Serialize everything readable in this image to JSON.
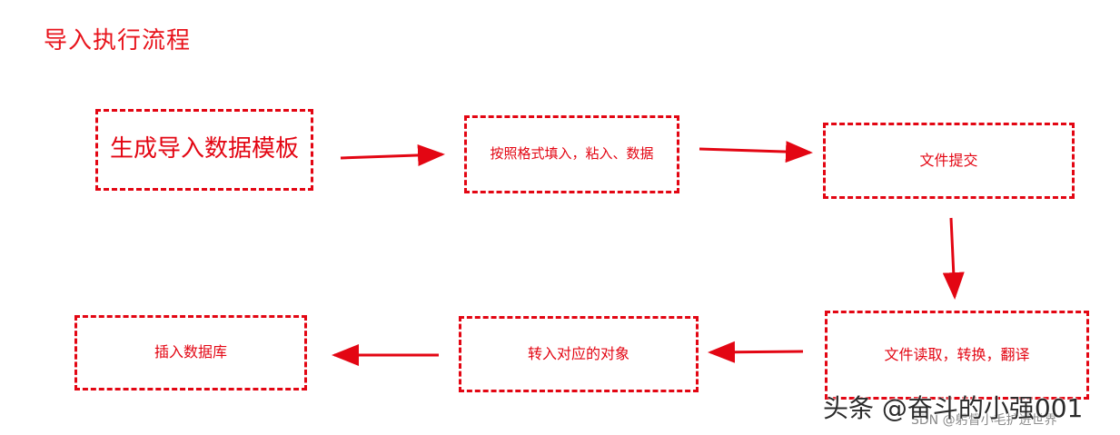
{
  "diagram": {
    "title": "导入执行流程",
    "steps": [
      "生成导入数据模板",
      "按照格式填入，粘入、数据",
      "文件提交",
      "文件读取，转换，翻译",
      "转入对应的对象",
      "插入数据库"
    ]
  },
  "watermark": {
    "main": "头条 @奋斗的小强001",
    "sub": "SDN @躬督小毛扩进世界"
  },
  "colors": {
    "accent": "#e30613"
  }
}
